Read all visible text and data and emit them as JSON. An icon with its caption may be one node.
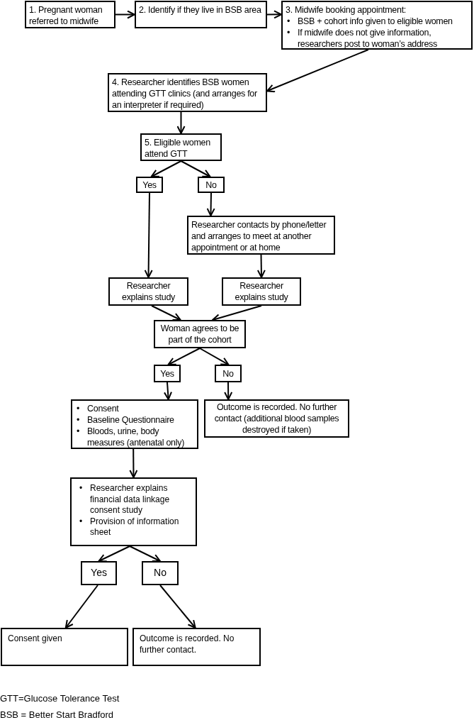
{
  "diagram": {
    "nodes": [
      {
        "text": [
          "1. Pregnant woman referred to midwife"
        ]
      },
      {
        "text": [
          "2. Identify if they live in BSB area"
        ]
      },
      {
        "text": [
          "3. Midwife booking appointment:",
          "• BSB + cohort info given to eligible women",
          "• If midwife does not give information, researchers post to woman’s address"
        ]
      },
      {
        "text": [
          "4. Researcher identifies BSB women attending GTT clinics (and arranges for an interpreter if required)"
        ]
      },
      {
        "text": [
          "5. Eligible women attend GTT"
        ]
      },
      {
        "text": [
          "Yes"
        ]
      },
      {
        "text": [
          "No"
        ]
      },
      {
        "text": [
          "Researcher contacts by phone/letter and arranges to meet at another appointment or at home"
        ]
      },
      {
        "text": [
          "Researcher explains study"
        ]
      },
      {
        "text": [
          "Researcher explains study"
        ]
      },
      {
        "text": [
          "Woman agrees to be part of the cohort"
        ]
      },
      {
        "text": [
          "Yes"
        ]
      },
      {
        "text": [
          "No"
        ]
      },
      {
        "text": [
          "• Consent",
          "• Baseline Questionnaire",
          "• Bloods, urine, body measures (antenatal only)"
        ]
      },
      {
        "text": [
          "Outcome is recorded. No further contact (additional blood samples destroyed if taken)"
        ]
      },
      {
        "text": [
          "• Researcher explains financial data linkage consent study",
          "• Provision of information sheet"
        ]
      },
      {
        "text": [
          "Yes"
        ]
      },
      {
        "text": [
          "No"
        ]
      },
      {
        "text": [
          "Consent given"
        ]
      },
      {
        "text": [
          "Outcome is recorded. No further contact."
        ]
      }
    ],
    "edges": [
      {
        "from": 0,
        "to": 1,
        "arrow": "to"
      },
      {
        "from": 1,
        "to": 2,
        "arrow": "to"
      },
      {
        "from": 2,
        "to": 3,
        "arrow": "to"
      },
      {
        "from": 3,
        "to": 4,
        "arrow": "to"
      },
      {
        "from": 4,
        "to": 5,
        "arrow": "to"
      },
      {
        "from": 4,
        "to": 6,
        "arrow": "to"
      },
      {
        "from": 5,
        "to": 8,
        "arrow": "to"
      },
      {
        "from": 6,
        "to": 7,
        "arrow": "to"
      },
      {
        "from": 7,
        "to": 9,
        "arrow": "to"
      },
      {
        "from": 8,
        "to": 10,
        "arrow": "to"
      },
      {
        "from": 9,
        "to": 10,
        "arrow": "to"
      },
      {
        "from": 10,
        "to": 11,
        "arrow": "to"
      },
      {
        "from": 10,
        "to": 12,
        "arrow": "to"
      },
      {
        "from": 11,
        "to": 13,
        "arrow": "to"
      },
      {
        "from": 12,
        "to": 14,
        "arrow": "to"
      },
      {
        "from": 13,
        "to": 15,
        "arrow": "to"
      },
      {
        "from": 15,
        "to": 16,
        "arrow": "to"
      },
      {
        "from": 15,
        "to": 17,
        "arrow": "to"
      },
      {
        "from": 16,
        "to": 18,
        "arrow": "to"
      },
      {
        "from": 17,
        "to": 19,
        "arrow": "to"
      }
    ],
    "labels": [
      "GTT=Glucose Tolerance Test",
      "BSB = Better Start Bradford"
    ]
  }
}
